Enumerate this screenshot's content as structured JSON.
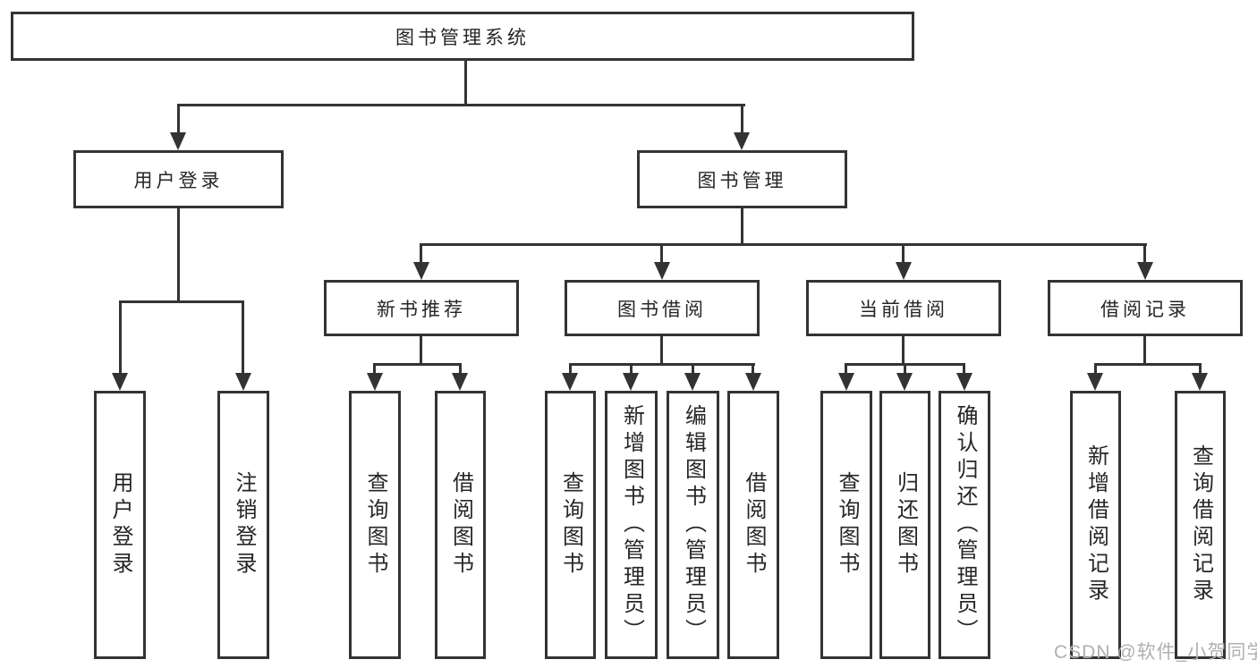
{
  "diagram": {
    "root": "图书管理系统",
    "branches": [
      {
        "label": "用户登录",
        "children": [
          "用户登录",
          "注销登录"
        ]
      },
      {
        "label": "图书管理",
        "groups": [
          {
            "label": "新书推荐",
            "children": [
              "查询图书",
              "借阅图书"
            ]
          },
          {
            "label": "图书借阅",
            "children": [
              "查询图书",
              "新增图书（管理员）",
              "编辑图书（管理员）",
              "借阅图书"
            ]
          },
          {
            "label": "当前借阅",
            "children": [
              "查询图书",
              "归还图书",
              "确认归还（管理员）"
            ]
          },
          {
            "label": "借阅记录",
            "children": [
              "新增借阅记录",
              "查询借阅记录"
            ]
          }
        ]
      }
    ]
  },
  "watermark": "CSDN @软件_小贺同学",
  "colors": {
    "line": "#333333",
    "box_border": "#333333",
    "box_background": "#ffffff",
    "text": "#262626",
    "watermark": "#b0b0b0",
    "page_background": "#ffffff"
  }
}
